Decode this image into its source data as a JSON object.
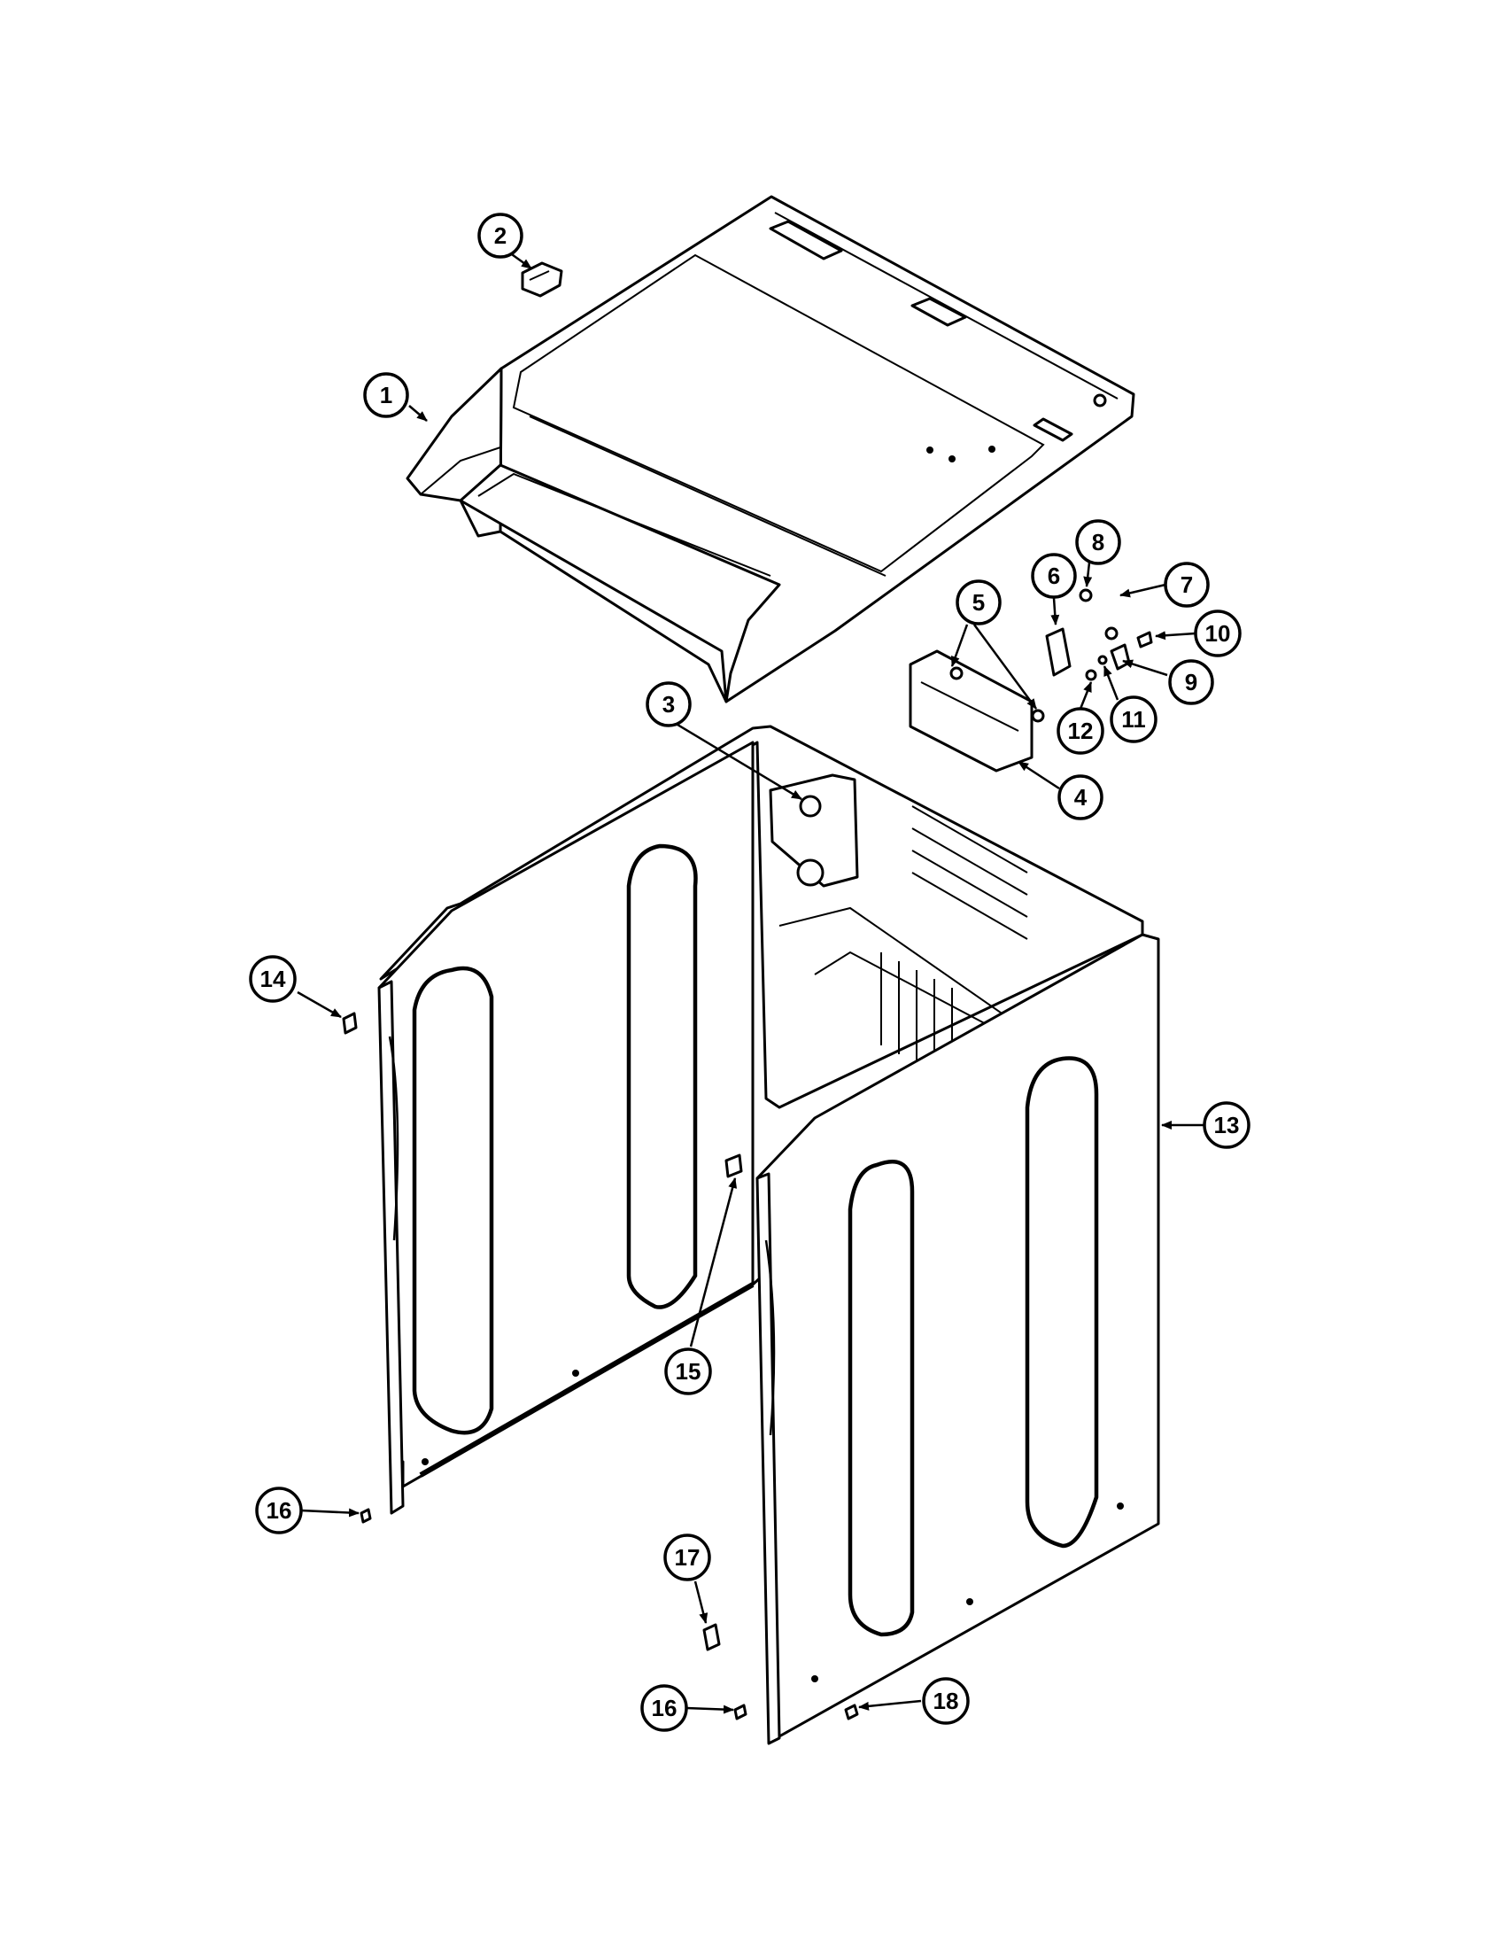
{
  "callouts": [
    {
      "id": "c1",
      "label": "1"
    },
    {
      "id": "c2",
      "label": "2"
    },
    {
      "id": "c3",
      "label": "3"
    },
    {
      "id": "c4",
      "label": "4"
    },
    {
      "id": "c5",
      "label": "5"
    },
    {
      "id": "c6",
      "label": "6"
    },
    {
      "id": "c7",
      "label": "7"
    },
    {
      "id": "c8",
      "label": "8"
    },
    {
      "id": "c9",
      "label": "9"
    },
    {
      "id": "c10",
      "label": "10"
    },
    {
      "id": "c11",
      "label": "11"
    },
    {
      "id": "c12",
      "label": "12"
    },
    {
      "id": "c13",
      "label": "13"
    },
    {
      "id": "c14",
      "label": "14"
    },
    {
      "id": "c15",
      "label": "15"
    },
    {
      "id": "c16a",
      "label": "16"
    },
    {
      "id": "c16b",
      "label": "16"
    },
    {
      "id": "c17",
      "label": "17"
    },
    {
      "id": "c18",
      "label": "18"
    }
  ]
}
